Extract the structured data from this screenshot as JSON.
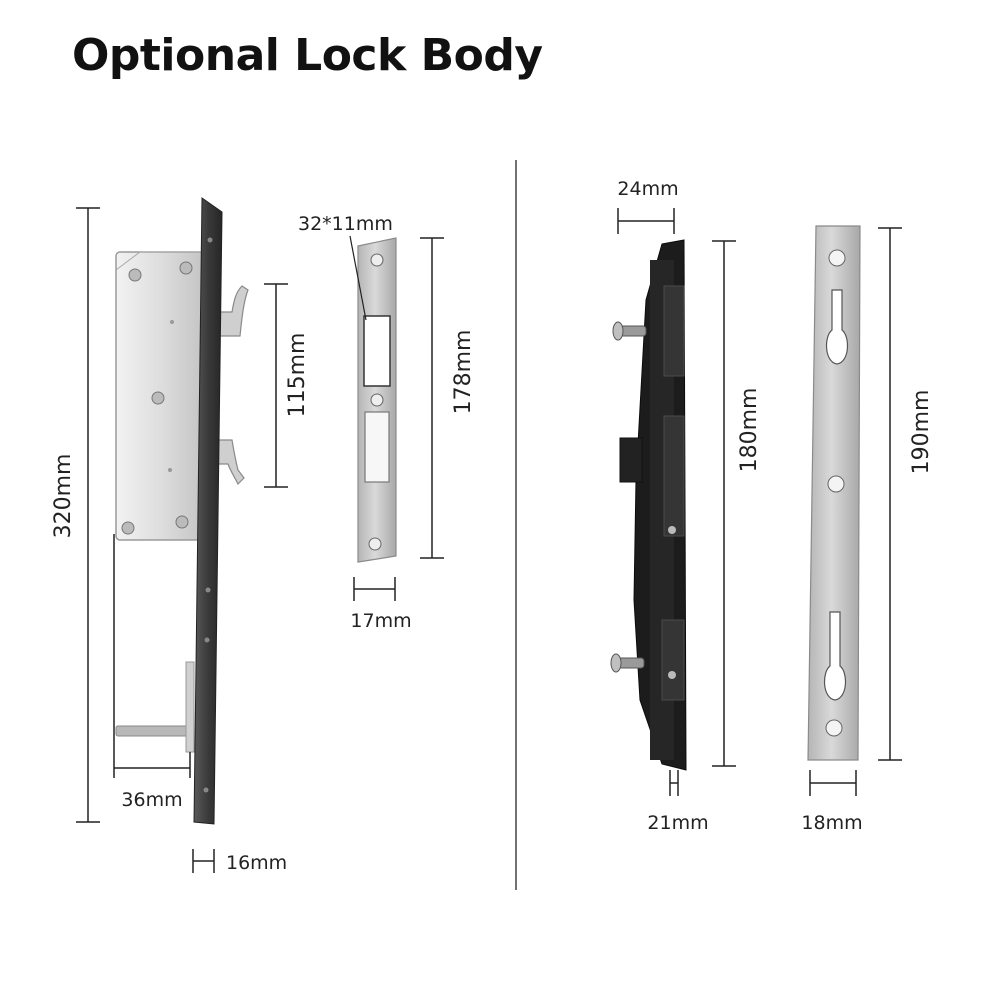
{
  "title": "Optional Lock Body",
  "colors": {
    "steel_light": "#e2e2e2",
    "steel_mid": "#c9c9c9",
    "faceplate_dark": "#3d3d3d",
    "black_body": "#1c1c1c",
    "dimension_line": "#222222",
    "divider": "#444444"
  },
  "left_group": {
    "lock_body": {
      "height_label": "320mm",
      "hook_spacing_label": "115mm",
      "backset_label": "36mm",
      "faceplate_width_label": "16mm"
    },
    "strike_plate": {
      "cutout_label": "32*11mm",
      "height_label": "178mm",
      "width_label": "17mm"
    }
  },
  "right_group": {
    "black_keeper": {
      "depth_label": "24mm",
      "height_label": "180mm",
      "width_label": "21mm"
    },
    "keyhole_plate": {
      "height_label": "190mm",
      "width_label": "18mm"
    }
  }
}
